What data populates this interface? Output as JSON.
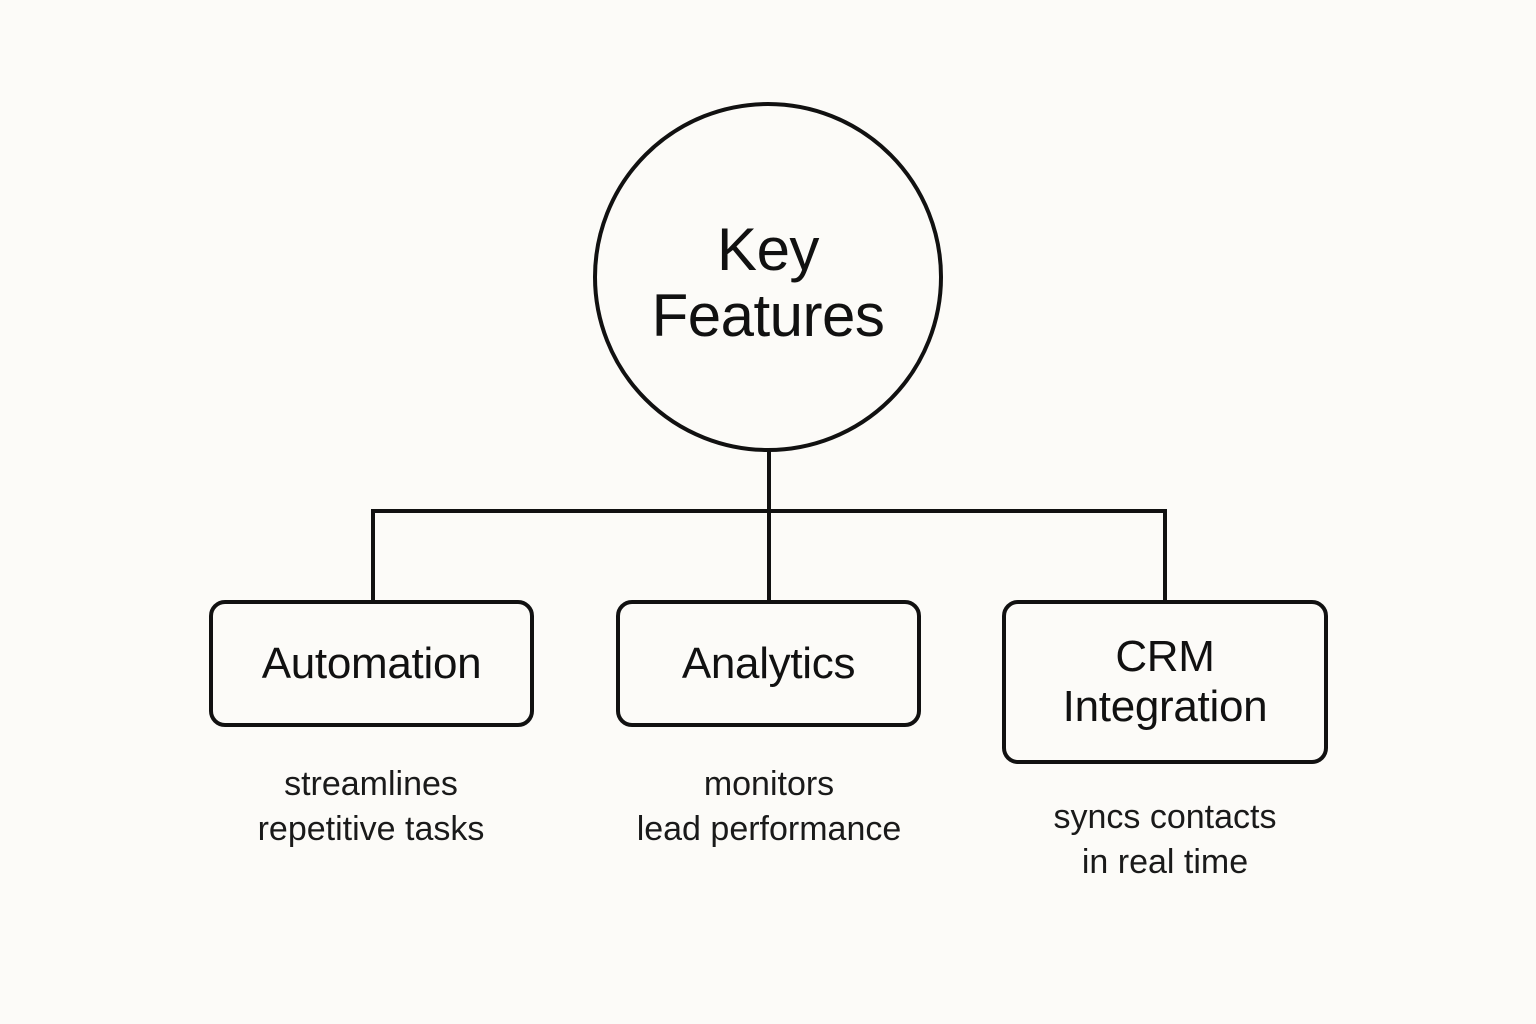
{
  "root": {
    "label_line1": "Key",
    "label_line2": "Features"
  },
  "features": [
    {
      "title_line1": "Automation",
      "desc_line1": "streamlines",
      "desc_line2": "repetitive tasks"
    },
    {
      "title_line1": "Analytics",
      "desc_line1": "monitors",
      "desc_line2": "lead performance"
    },
    {
      "title_line1": "CRM",
      "title_line2": "Integration",
      "desc_line1": "syncs contacts",
      "desc_line2": "in real time"
    }
  ],
  "colors": {
    "background": "#fcfbf8",
    "stroke": "#111111"
  }
}
